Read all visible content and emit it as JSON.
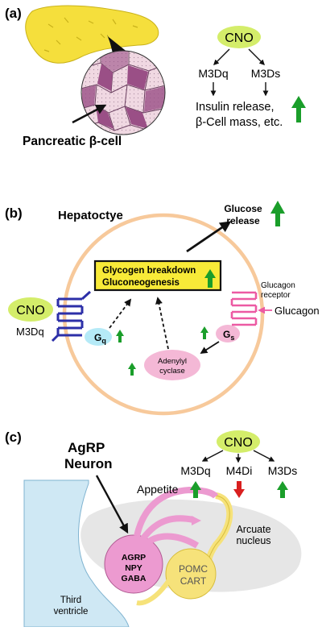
{
  "panel_a": {
    "label": "(a)",
    "cell_label": "Pancreatic β-cell",
    "cno": "CNO",
    "m3dq": "M3Dq",
    "m3ds": "M3Ds",
    "effect_line1": "Insulin release,",
    "effect_line2": "β-Cell mass, etc."
  },
  "panel_b": {
    "label": "(b)",
    "cell_title": "Hepatoctye",
    "glucose_line1": "Glucose",
    "glucose_line2": "release",
    "box_line1": "Glycogen breakdown",
    "box_line2": "Gluconeogenesis",
    "cno": "CNO",
    "m3dq": "M3Dq",
    "gq": "Gq",
    "gs": "Gs",
    "adenylyl_line1": "Adenylyl",
    "adenylyl_line2": "cyclase",
    "receptor_line1": "Glucagon",
    "receptor_line2": "receptor",
    "glucagon": "Glucagon"
  },
  "panel_c": {
    "label": "(c)",
    "agrp_line1": "AgRP",
    "agrp_line2": "Neuron",
    "cno": "CNO",
    "m3dq": "M3Dq",
    "m4di": "M4Di",
    "m3ds": "M3Ds",
    "appetite": "Appetite",
    "arcuate_line1": "Arcuate",
    "arcuate_line2": "nucleus",
    "agrp_cell_1": "AGRP",
    "agrp_cell_2": "NPY",
    "agrp_cell_3": "GABA",
    "pomc_1": "POMC",
    "pomc_2": "CART",
    "ventricle_1": "Third",
    "ventricle_2": "ventricle"
  },
  "colors": {
    "pancreas_yellow": "#f5df3c",
    "cno_green": "#d4ed6a",
    "up_arrow_green": "#1a9e2a",
    "down_arrow_red": "#d91f1f",
    "hepatocyte_ring": "#f7c99b",
    "box_yellow": "#f8ea38",
    "receptor_blue": "#2c2fa8",
    "receptor_pink": "#ec5aa3",
    "gq_cyan": "#b5eaf7",
    "gs_pink": "#f4b8d6",
    "ventricle_blue": "#cfe8f4",
    "agrp_pink": "#ec9ad0",
    "pomc_yellow": "#f6e27a",
    "arcuate_gray": "#e6e6e6"
  }
}
